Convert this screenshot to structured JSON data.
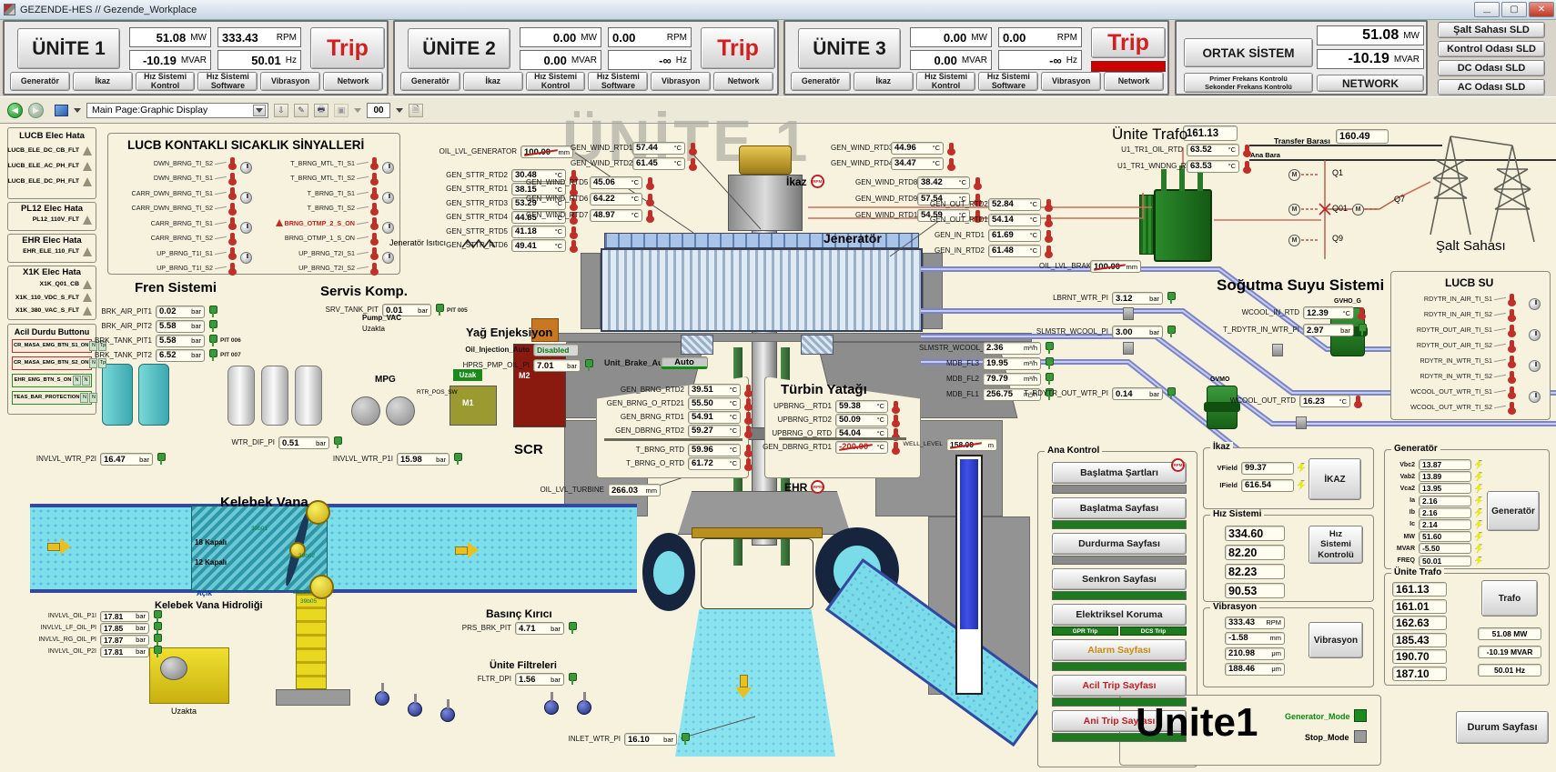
{
  "window": {
    "title": "GEZENDE-HES // Gezende_Workplace"
  },
  "units_lib": {
    "degc": "°C",
    "bar": "bar",
    "mm": "mm",
    "m3h": "m³/h",
    "m": "m",
    "mw": "MW",
    "mvar": "MVAR",
    "rpm": "RPM",
    "hz": "Hz",
    "um": "μm"
  },
  "header": {
    "unit_nav": [
      "Generatör",
      "İkaz",
      "Hız Sistemi Kontrol",
      "Hız Sistemi Software",
      "Vibrasyon",
      "Network"
    ],
    "units": [
      {
        "name": "ÜNİTE 1",
        "mw": "51.08",
        "mvar": "-10.19",
        "rpm": "333.43",
        "hz": "50.01",
        "trip": "Trip",
        "trip_active": false
      },
      {
        "name": "ÜNİTE 2",
        "mw": "0.00",
        "mvar": "0.00",
        "rpm": "0.00",
        "hz": "-∞",
        "trip": "Trip",
        "trip_active": false
      },
      {
        "name": "ÜNİTE 3",
        "mw": "0.00",
        "mvar": "0.00",
        "rpm": "0.00",
        "hz": "-∞",
        "trip": "Trip",
        "trip_active": true
      }
    ],
    "ortak": {
      "name": "ORTAK SİSTEM",
      "mw": "51.08",
      "mvar": "-10.19",
      "network": "NETWORK",
      "freq1": "Primer Frekans Kontrolü",
      "freq2": "Sekonder Frekans Kontrolü"
    },
    "sld": [
      "Şalt Sahası SLD",
      "Kontrol Odası SLD",
      "DC Odası SLD",
      "AC Odası SLD"
    ]
  },
  "toolbar": {
    "page": "Main Page:Graphic Display",
    "zoom_level": "00"
  },
  "alarms": {
    "groups": [
      {
        "title": "LUCB Elec Hata",
        "items": [
          {
            "label": "LUCB_ELE_DC_CB_FLT"
          },
          {
            "label": "LUCB_ELE_AC_PH_FLT"
          },
          {
            "label": "LUCB_ELE_DC_PH_FLT"
          }
        ]
      },
      {
        "title": "PL12 Elec Hata",
        "items": [
          {
            "label": "PL12_110V_FLT"
          }
        ]
      },
      {
        "title": "EHR Elec Hata",
        "items": [
          {
            "label": "EHR_ELE_110_FLT"
          }
        ]
      },
      {
        "title": "X1K Elec Hata",
        "items": [
          {
            "label": "X1K_Q01_CB"
          },
          {
            "label": "X1K_110_VDC_S_FLT"
          },
          {
            "label": "X1K_380_VAC_S_FLT"
          }
        ]
      }
    ],
    "acil": {
      "title": "Acil Durdu Buttonu",
      "items": [
        {
          "label": "CR_MASA_EMG_BTN_S1_ON",
          "f1": "N",
          "f2": "Tp",
          "alarm": true
        },
        {
          "label": "CR_MASA_EMG_BTN_S2_ON",
          "f1": "N",
          "f2": "Tp",
          "alarm": true
        },
        {
          "label": "EHR_EMG_BTN_S_ON",
          "f1": "N",
          "f2": "N",
          "alarm": false
        },
        {
          "label": "TEAS_BAR_PROTECTION",
          "f1": "N",
          "f2": "N",
          "alarm": false
        }
      ]
    }
  },
  "signals": {
    "lucb_title": "LUCB KONTAKLI SICAKLIK SİNYALLERİ",
    "lucb_left": [
      {
        "label": "DWN_BRNG_TI_S2"
      },
      {
        "label": "DWN_BRNG_TI_S1"
      },
      {
        "label": "CARR_DWN_BRNG_TI_S1"
      },
      {
        "label": "CARR_DWN_BRNG_TI_S2"
      },
      {
        "label": "CARR_BRNG_TI_S1"
      },
      {
        "label": "CARR_BRNG_TI_S2"
      },
      {
        "label": "UP_BRNG_T1I_S1"
      },
      {
        "label": "UP_BRNG_T1I_S2"
      }
    ],
    "lucb_right": [
      {
        "label": "T_BRNG_MTL_TI_S1"
      },
      {
        "label": "T_BRNG_MTL_TI_S2"
      },
      {
        "label": "T_BRNG_TI_S1"
      },
      {
        "label": "T_BRNG_TI_S2"
      },
      {
        "label": "BRNG_OTMP_2_S_ON",
        "alarm": true
      },
      {
        "label": "BRNG_OTMP_1_S_ON"
      },
      {
        "label": "UP_BRNG_T2I_S1"
      },
      {
        "label": "UP_BRNG_T2I_S2"
      }
    ],
    "lucb_su_title": "LUCB SU",
    "lucb_su": [
      {
        "label": "RDYTR_IN_AIR_TI_S1"
      },
      {
        "label": "RDYTR_IN_AIR_TI_S2"
      },
      {
        "label": "RDYTR_OUT_AIR_TI_S1"
      },
      {
        "label": "RDYTR_OUT_AIR_TI_S2"
      },
      {
        "label": "RDYTR_IN_WTR_TI_S1"
      },
      {
        "label": "RDYTR_IN_WTR_TI_S2"
      },
      {
        "label": "WCOOL_OUT_WTR_TI_S1"
      },
      {
        "label": "WCOOL_OUT_WTR_TI_S2"
      }
    ],
    "salt_sahasi": "Şalt Sahası"
  },
  "temps": {
    "gen_sttr": [
      {
        "label": "GEN_STTR_RTD2",
        "value": "30.48"
      },
      {
        "label": "GEN_STTR_RTD1",
        "value": "38.15"
      },
      {
        "label": "GEN_STTR_RTD3",
        "value": "53.29"
      },
      {
        "label": "GEN_STTR_RTD4",
        "value": "44.85"
      },
      {
        "label": "GEN_STTR_RTD5",
        "value": "41.18"
      },
      {
        "label": "GEN_STTR_RTD6",
        "value": "49.41"
      }
    ],
    "gw_a": [
      {
        "label": "GEN_WIND_RTD1",
        "value": "57.44"
      },
      {
        "label": "GEN_WIND_RTD2",
        "value": "61.45"
      }
    ],
    "gw_b": [
      {
        "label": "GEN_WIND_RTD5",
        "value": "45.06"
      },
      {
        "label": "GEN_WIND_RTD6",
        "value": "64.22"
      },
      {
        "label": "GEN_WIND_RTD7",
        "value": "48.97"
      }
    ],
    "gw_c": [
      {
        "label": "GEN_WIND_RTD3",
        "value": "44.96"
      },
      {
        "label": "GEN_WIND_RTD4",
        "value": "34.47"
      }
    ],
    "gw_d": [
      {
        "label": "GEN_WIND_RTD8",
        "value": "38.42"
      },
      {
        "label": "GEN_WIND_RTD9",
        "value": "57.54"
      },
      {
        "label": "GEN_WIND_RTD10",
        "value": "54.59"
      }
    ],
    "gen_io": [
      {
        "label": "GEN_OUT_RTD2",
        "value": "52.84"
      },
      {
        "label": "GEN_OUT_RTD1",
        "value": "54.14"
      },
      {
        "label": "GEN_IN_RTD1",
        "value": "61.69"
      },
      {
        "label": "GEN_IN_RTD2",
        "value": "61.48"
      }
    ],
    "trafo": [
      {
        "label": "U1_TR1_OIL_RTD",
        "value": "63.52"
      },
      {
        "label": "U1_TR1_WNDNG_RTD",
        "value": "63.53"
      }
    ],
    "brg_a": [
      {
        "label": "GEN_BRNG_RTD2",
        "value": "39.51"
      },
      {
        "label": "GEN_BRNG_O_RTD21",
        "value": "55.50"
      },
      {
        "label": "GEN_BRNG_RTD1",
        "value": "54.91"
      },
      {
        "label": "GEN_DBRNG_RTD2",
        "value": "59.27"
      }
    ],
    "brg_b": [
      {
        "label": "T_BRNG_RTD",
        "value": "59.96"
      },
      {
        "label": "T_BRNG_O_RTD",
        "value": "61.72"
      }
    ],
    "turbin_title": "Türbin Yatağı",
    "turbin": [
      {
        "label": "UPBRNG__RTD1",
        "value": "59.38"
      },
      {
        "label": "UPBRNG_RTD2",
        "value": "50.09"
      },
      {
        "label": "UPBRNG_O_RTD",
        "value": "54.04"
      },
      {
        "label": "GEN_DBRNG_RTD1",
        "value": "-200.00",
        "bad": true
      }
    ]
  },
  "pressures": {
    "fren_title": "Fren Sistemi",
    "fren": [
      {
        "label": "BRK_AIR_PIT1",
        "value": "0.02"
      },
      {
        "label": "BRK_AIR_PIT2",
        "value": "5.58"
      },
      {
        "label": "BRK_TANK_PIT1",
        "value": "5.58",
        "tag": "PIT 006"
      },
      {
        "label": "BRK_TANK_PIT2",
        "value": "6.52",
        "tag": "PIT 007"
      }
    ],
    "servis_title": "Servis Komp.",
    "srv": {
      "label": "SRV_TANK_PIT",
      "value": "0.01",
      "tag": "PIT 005"
    },
    "yag_title": "Yağ Enjeksiyon",
    "oil_injection": {
      "label": "Oil_Injection_Auto",
      "value": "Disabled"
    },
    "hprs": {
      "label": "HPRS_PMP_OIL_PI",
      "value": "7.01"
    },
    "wtr_dif": {
      "label": "WTR_DIF_PI",
      "value": "0.51"
    },
    "inv_p2": {
      "label": "INVLVL_WTR_P2I",
      "value": "16.47"
    },
    "inv_p1": {
      "label": "INVLVL_WTR_P1I",
      "value": "15.98"
    },
    "hidrolik_title": "Kelebek Vana Hidroliği",
    "hidrolik": [
      {
        "label": "INVLVL_OIL_P1I",
        "value": "17.81"
      },
      {
        "label": "INVLVL_LF_OIL_PI",
        "value": "17.85"
      },
      {
        "label": "INVLVL_RG_OIL_PI",
        "value": "17.87"
      },
      {
        "label": "INVLVL_OIL_P2I",
        "value": "17.81"
      }
    ],
    "basinc_title": "Basınç Kırıcı",
    "prs_brk": {
      "label": "PRS_BRK_PIT",
      "value": "4.71"
    },
    "filtre_title": "Ünite Filtreleri",
    "fltr": {
      "label": "FLTR_DPI",
      "value": "1.56"
    },
    "inlet": {
      "label": "INLET_WTR_PI",
      "value": "16.10"
    }
  },
  "levels": {
    "oil_gen": {
      "label": "OIL_LVL_GENERATOR",
      "value": "100.00"
    },
    "oil_brake": {
      "label": "OIL_LVL_BRAKE",
      "value": "100.00"
    },
    "oil_turbine": {
      "label": "OIL_LVL_TURBINE",
      "value": "266.03"
    },
    "well": {
      "label": "WELL_LEVEL",
      "value": "158.00"
    }
  },
  "cooling": {
    "title": "Soğutma Suyu Sistemi",
    "lbrnt": {
      "label": "LBRNT_WTR_PI",
      "value": "3.12"
    },
    "slmstr_pi": {
      "label": "SLMSTR_WCOOL_PI",
      "value": "3.00"
    },
    "flows": [
      {
        "label": "SLMSTR_WCOOL_FL4",
        "value": "2.36"
      },
      {
        "label": "MDB_FL3",
        "value": "19.95"
      },
      {
        "label": "MDB_FL2",
        "value": "79.79"
      },
      {
        "label": "MDB_FL1",
        "value": "256.75"
      }
    ],
    "wcool_in": {
      "label": "WCOOL_IN_RTD",
      "value": "12.39"
    },
    "t_in": {
      "label": "T_RDYTR_IN_WTR_PI",
      "value": "2.97"
    },
    "t_out": {
      "label": "T_RDYTR_OUT_WTR_PI",
      "value": "0.14"
    },
    "wcool_out": {
      "label": "WCOOL_OUT_RTD",
      "value": "16.23"
    },
    "gvho": "GVHO_G",
    "gvmo": "GVMO"
  },
  "machine": {
    "watermark": "ÜNİTE 1",
    "ikaz": "İkaz",
    "jenerator": "Jeneratör",
    "isitici": "Jeneratör Isıtıcı",
    "ehr": "EHR",
    "scr": "SCR",
    "unit_brake": {
      "label": "Unit_Brake_Auto",
      "value": "Auto"
    },
    "pump_vac": "Pump_VAC",
    "uzakta": "Uzakta",
    "uzak": "Uzak",
    "mpg": "MPG",
    "m1": "M1",
    "m2": "M2",
    "rtr": "RTR_POS_SW",
    "kelebek": "Kelebek Vana",
    "kapali18": "18 Kapalı",
    "kapali12": "12 Kapalı",
    "acik": "Açık",
    "tags": [
      "39b01",
      "39b02",
      "39b04",
      "39b05"
    ]
  },
  "switchyard": {
    "unite_trafo": "Ünite Trafo",
    "kv": "161.13",
    "transfer": "Transfer Barası",
    "transfer_kv": "160.49",
    "ana_bara": "Ana Bara",
    "q1": "Q1",
    "q01": "Q01",
    "q7": "Q7",
    "q9": "Q9",
    "salt": "Şalt Sahası"
  },
  "panels": {
    "ana_title": "Ana Kontrol",
    "ana_items": [
      {
        "label": "Başlatma Şartları",
        "gray": true,
        "rpmicon": true
      },
      {
        "label": "Başlatma Sayfası",
        "green": true
      },
      {
        "label": "Durdurma Sayfası",
        "gray": true
      },
      {
        "label": "Senkron Sayfası",
        "green": true
      },
      {
        "label": "Elektriksel Koruma",
        "split": true,
        "sub1": "GPR Trip",
        "sub2": "DCS Trip"
      },
      {
        "label": "Alarm Sayfası",
        "orange": true,
        "green": true
      },
      {
        "label": "Acil Trip Sayfası",
        "red": true,
        "green": true
      },
      {
        "label": "Ani Trip Sayfası",
        "red": true,
        "green": true
      }
    ],
    "ikaz": {
      "title": "İkaz",
      "rows": [
        {
          "label": "VField",
          "value": "99.37"
        },
        {
          "label": "IField",
          "value": "616.54"
        }
      ],
      "btn": "İKAZ"
    },
    "hiz": {
      "title": "Hız Sistemi",
      "values": [
        "334.60",
        "82.20",
        "82.23",
        "90.53"
      ],
      "btn": "Hız Sistemi Kontrolü"
    },
    "vib": {
      "title": "Vibrasyon",
      "rows": [
        {
          "value": "333.43",
          "unit": "RPM"
        },
        {
          "value": "-1.58",
          "unit": "mm"
        },
        {
          "value": "210.98",
          "unit": "μm"
        },
        {
          "value": "188.46",
          "unit": "μm"
        }
      ],
      "btn": "Vibrasyon"
    },
    "gen": {
      "title": "Generatör",
      "rows": [
        {
          "label": "Vbc2",
          "value": "13.87"
        },
        {
          "label": "Vab2",
          "value": "13.89"
        },
        {
          "label": "Vca2",
          "value": "13.95"
        },
        {
          "label": "Ia",
          "value": "2.16"
        },
        {
          "label": "Ib",
          "value": "2.16"
        },
        {
          "label": "Ic",
          "value": "2.14"
        },
        {
          "label": "MW",
          "value": "51.60"
        },
        {
          "label": "MVAR",
          "value": "-5.50"
        },
        {
          "label": "FREQ",
          "value": "50.01"
        }
      ],
      "btn": "Generatör"
    },
    "trafo": {
      "title": "Ünite Trafo",
      "values": [
        "161.13",
        "161.01",
        "162.63",
        "185.43",
        "190.70",
        "187.10"
      ],
      "btn": "Trafo",
      "mw": "51.08 MW",
      "mvar": "-10.19 MVAR",
      "hz": "50.01 Hz"
    },
    "unite1": {
      "title": "Unite1",
      "gen_mode": "Generator_Mode",
      "stop_mode": "Stop_Mode",
      "durum": "Durum Sayfası"
    }
  }
}
